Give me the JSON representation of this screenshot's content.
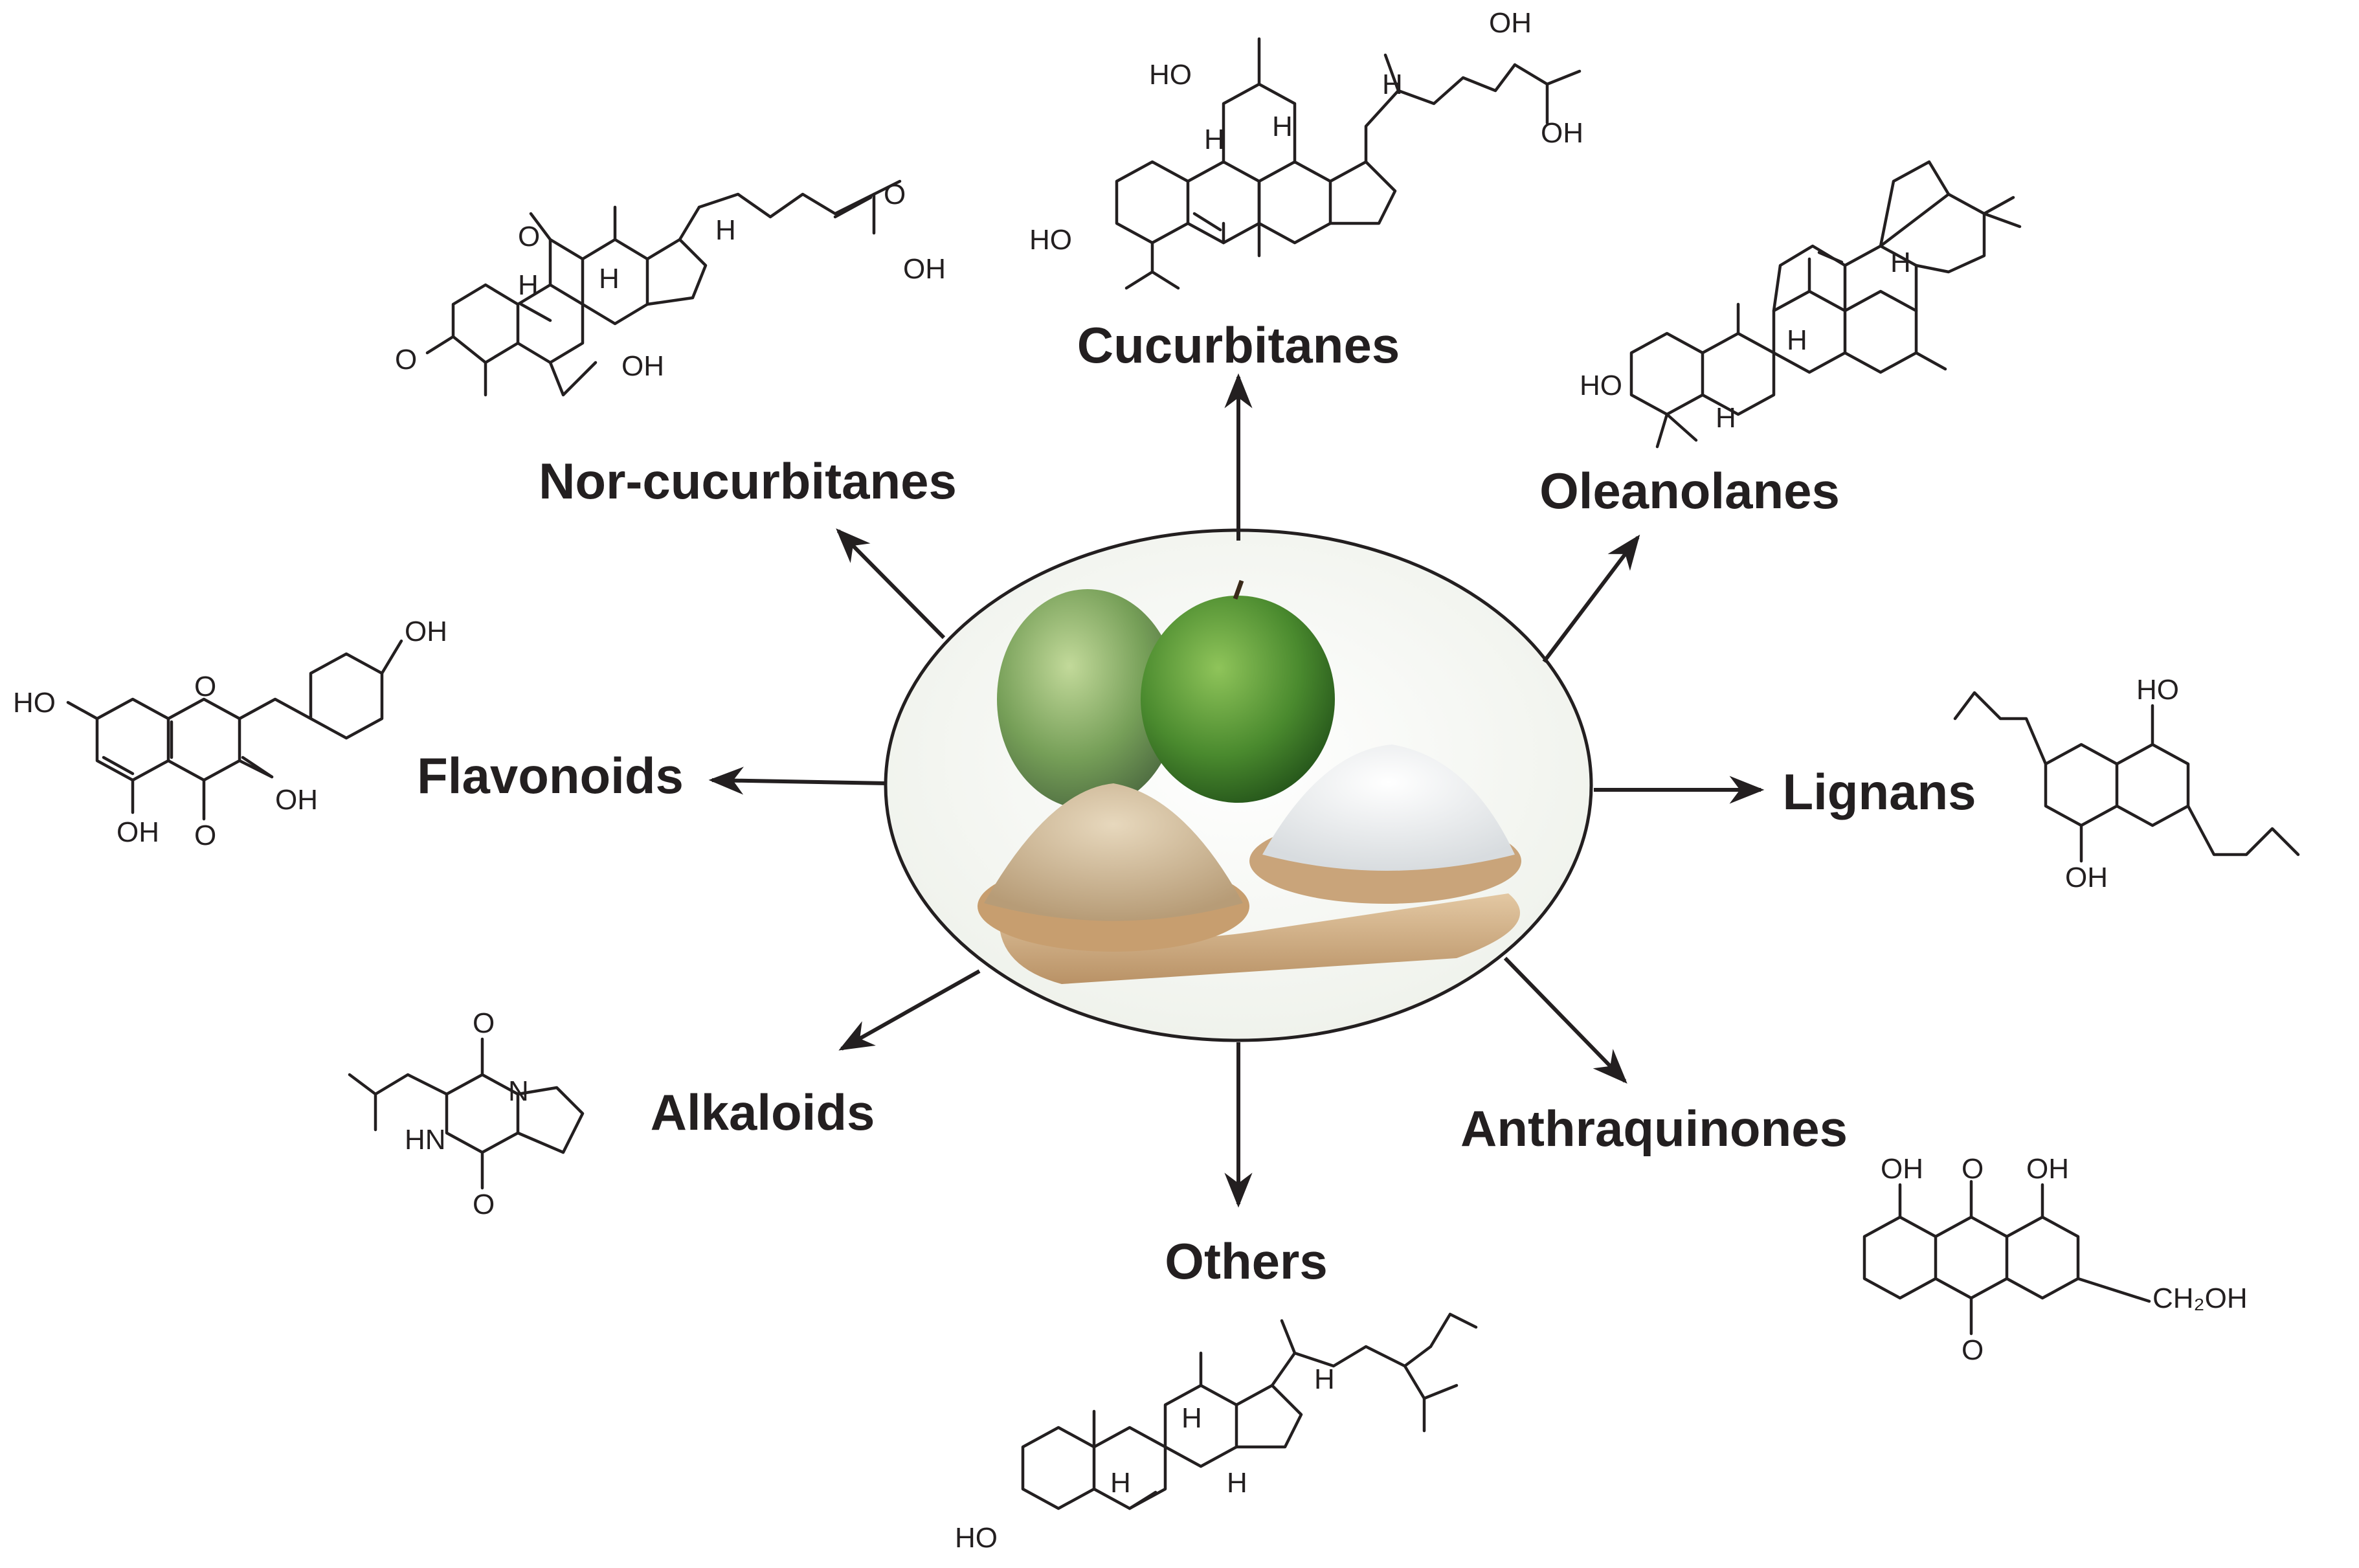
{
  "center": {
    "description_icon": "monk-fruit-and-powder-photo"
  },
  "categories": {
    "cucurbitanes": "Cucurbitanes",
    "nor_cucurbitanes": "Nor-cucurbitanes",
    "oleanolanes": "Oleanolanes",
    "flavonoids": "Flavonoids",
    "lignans": "Lignans",
    "alkaloids": "Alkaloids",
    "anthraquinones": "Anthraquinones",
    "others": "Others"
  },
  "atoms": {
    "OH": "OH",
    "HO": "HO",
    "H": "H",
    "O": "O",
    "HN": "HN",
    "N": "N",
    "CH2OH": "CH₂OH"
  }
}
